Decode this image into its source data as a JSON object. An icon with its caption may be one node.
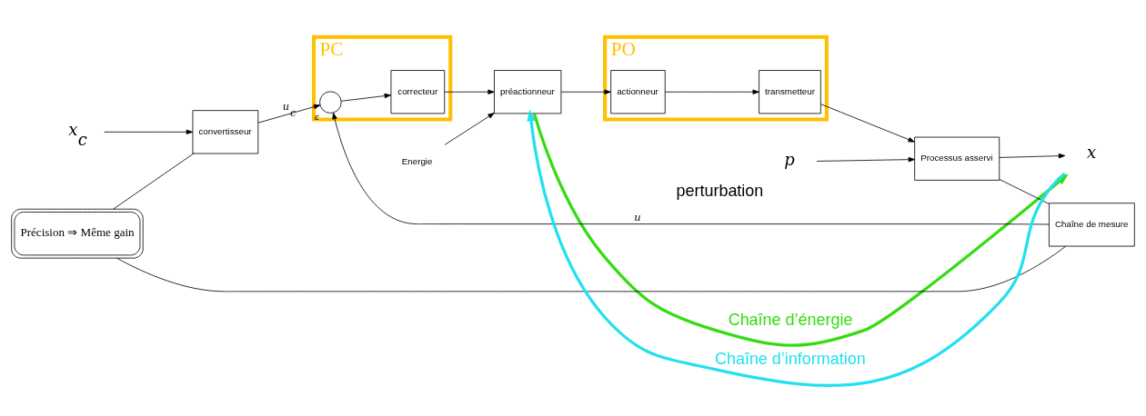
{
  "diagram": {
    "nodes": [
      {
        "text": [
          "PC"
        ]
      },
      {
        "text": [
          "PO"
        ]
      },
      {
        "text": [
          "convertisseur"
        ]
      },
      {
        "text": [],
        "shape": "circle",
        "in": 0,
        "beside": [
          "*ε*"
        ]
      },
      {
        "text": [
          "correcteur"
        ],
        "in": 0
      },
      {
        "text": [
          "préactionneur"
        ]
      },
      {
        "text": [
          "actionneur"
        ],
        "in": 1
      },
      {
        "text": [
          "transmetteur"
        ],
        "in": 1
      },
      {
        "text": [
          "Processus asservi"
        ]
      },
      {
        "text": [
          "Chaîne de mesure"
        ]
      },
      {
        "text": [
          "Précision ⇒ Même gain"
        ]
      },
      {
        "text": [
          "Energie"
        ]
      },
      {
        "text": [
          "*p*"
        ],
        "beside": [
          "perturbation"
        ]
      },
      {
        "text": [
          "*x*$_{c}$"
        ]
      },
      {
        "text": [
          "*x*"
        ]
      }
    ],
    "edges": [
      {
        "from": 13,
        "to": 2,
        "arrow": "to"
      },
      {
        "from": 2,
        "to": 3,
        "arrow": "to",
        "label": "*u*$_{c}$"
      },
      {
        "from": 3,
        "to": 4,
        "arrow": "to"
      },
      {
        "from": 4,
        "to": 5,
        "arrow": "to"
      },
      {
        "from": 5,
        "to": 6,
        "arrow": "to"
      },
      {
        "from": 6,
        "to": 7,
        "arrow": "to"
      },
      {
        "from": 7,
        "to": 8,
        "arrow": "to"
      },
      {
        "from": 11,
        "to": 5,
        "arrow": "to"
      },
      {
        "from": 12,
        "to": 8,
        "arrow": "to"
      },
      {
        "from": 8,
        "to": 14,
        "arrow": "to"
      },
      {
        "from": 8,
        "to": 9,
        "arrow": "none"
      },
      {
        "from": 9,
        "to": 3,
        "arrow": "to",
        "label": "*u*"
      },
      {
        "from": 10,
        "to": 2,
        "arrow": "none"
      },
      {
        "from": 10,
        "to": 9,
        "arrow": "none"
      },
      {
        "from": 5,
        "to": 14,
        "arrow": "to",
        "label": "Chaîne d’énergie",
        "style": "thick",
        "color": "#33dd11"
      },
      {
        "from": 14,
        "to": 5,
        "arrow": "to",
        "label": "Chaîne d’information",
        "style": "thick",
        "color": "#22e0f0"
      }
    ]
  }
}
